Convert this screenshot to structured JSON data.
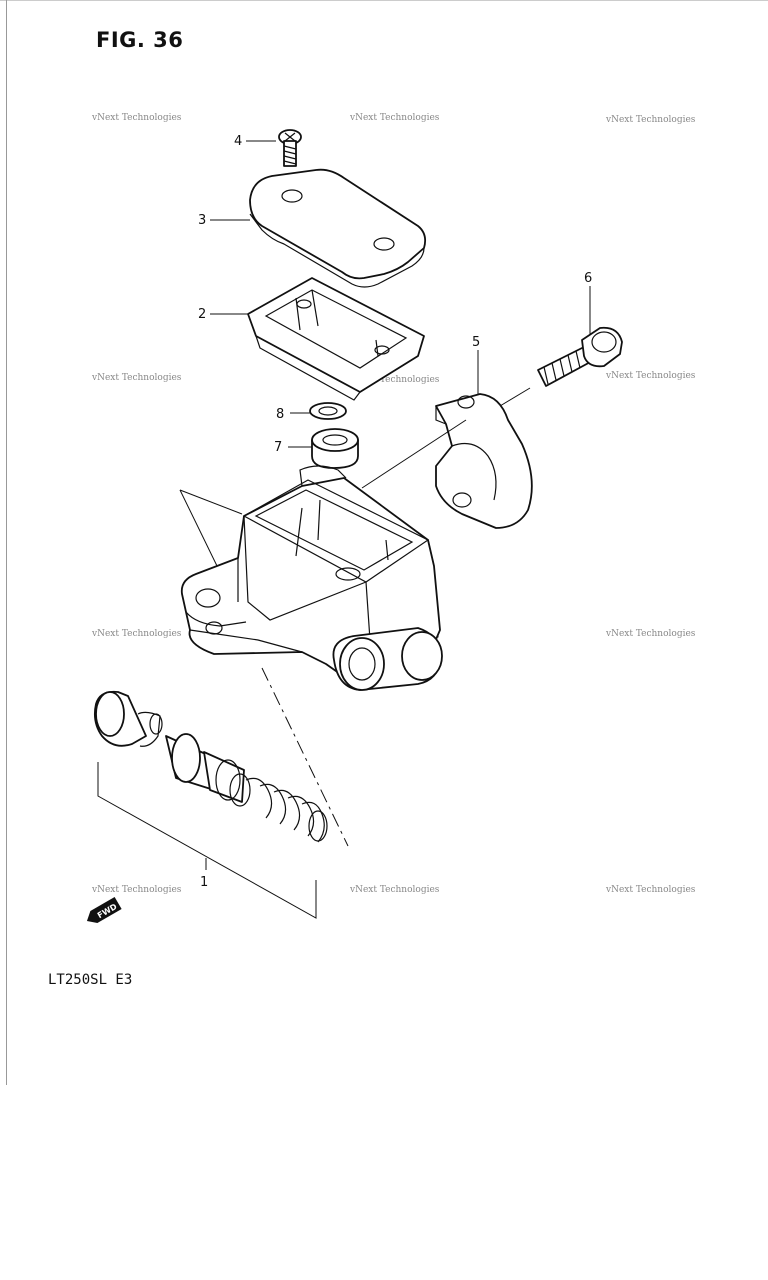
{
  "figure": {
    "title": "FIG. 36",
    "model": "LT250SL  E3"
  },
  "callouts": [
    "1",
    "2",
    "3",
    "4",
    "5",
    "6",
    "7",
    "8"
  ],
  "watermark": "vNext Technologies",
  "fwd_label": "FWD"
}
